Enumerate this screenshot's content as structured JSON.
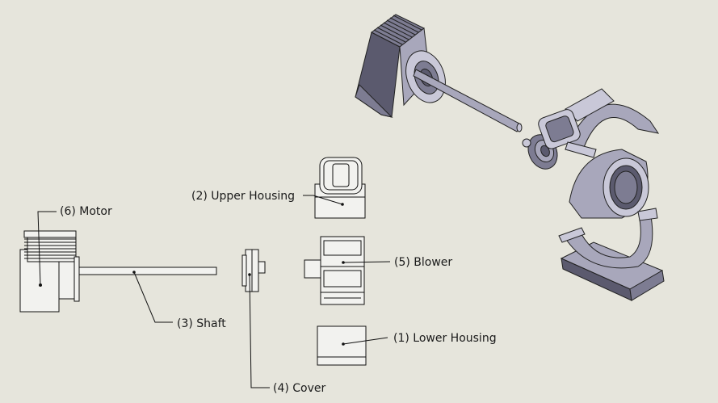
{
  "labels": {
    "motor": "(6) Motor",
    "upper_housing": "(2) Upper Housing",
    "blower": "(5) Blower",
    "shaft": "(3) Shaft",
    "lower_housing": "(1) Lower Housing",
    "cover": "(4) Cover"
  },
  "colors": {
    "background": "#e6e5dc",
    "part_fill": "#f2f2ef",
    "line": "#111111",
    "shade_dark": "#5b5a6e",
    "shade_mid": "#7d7c92",
    "shade_light": "#a8a7bb"
  }
}
